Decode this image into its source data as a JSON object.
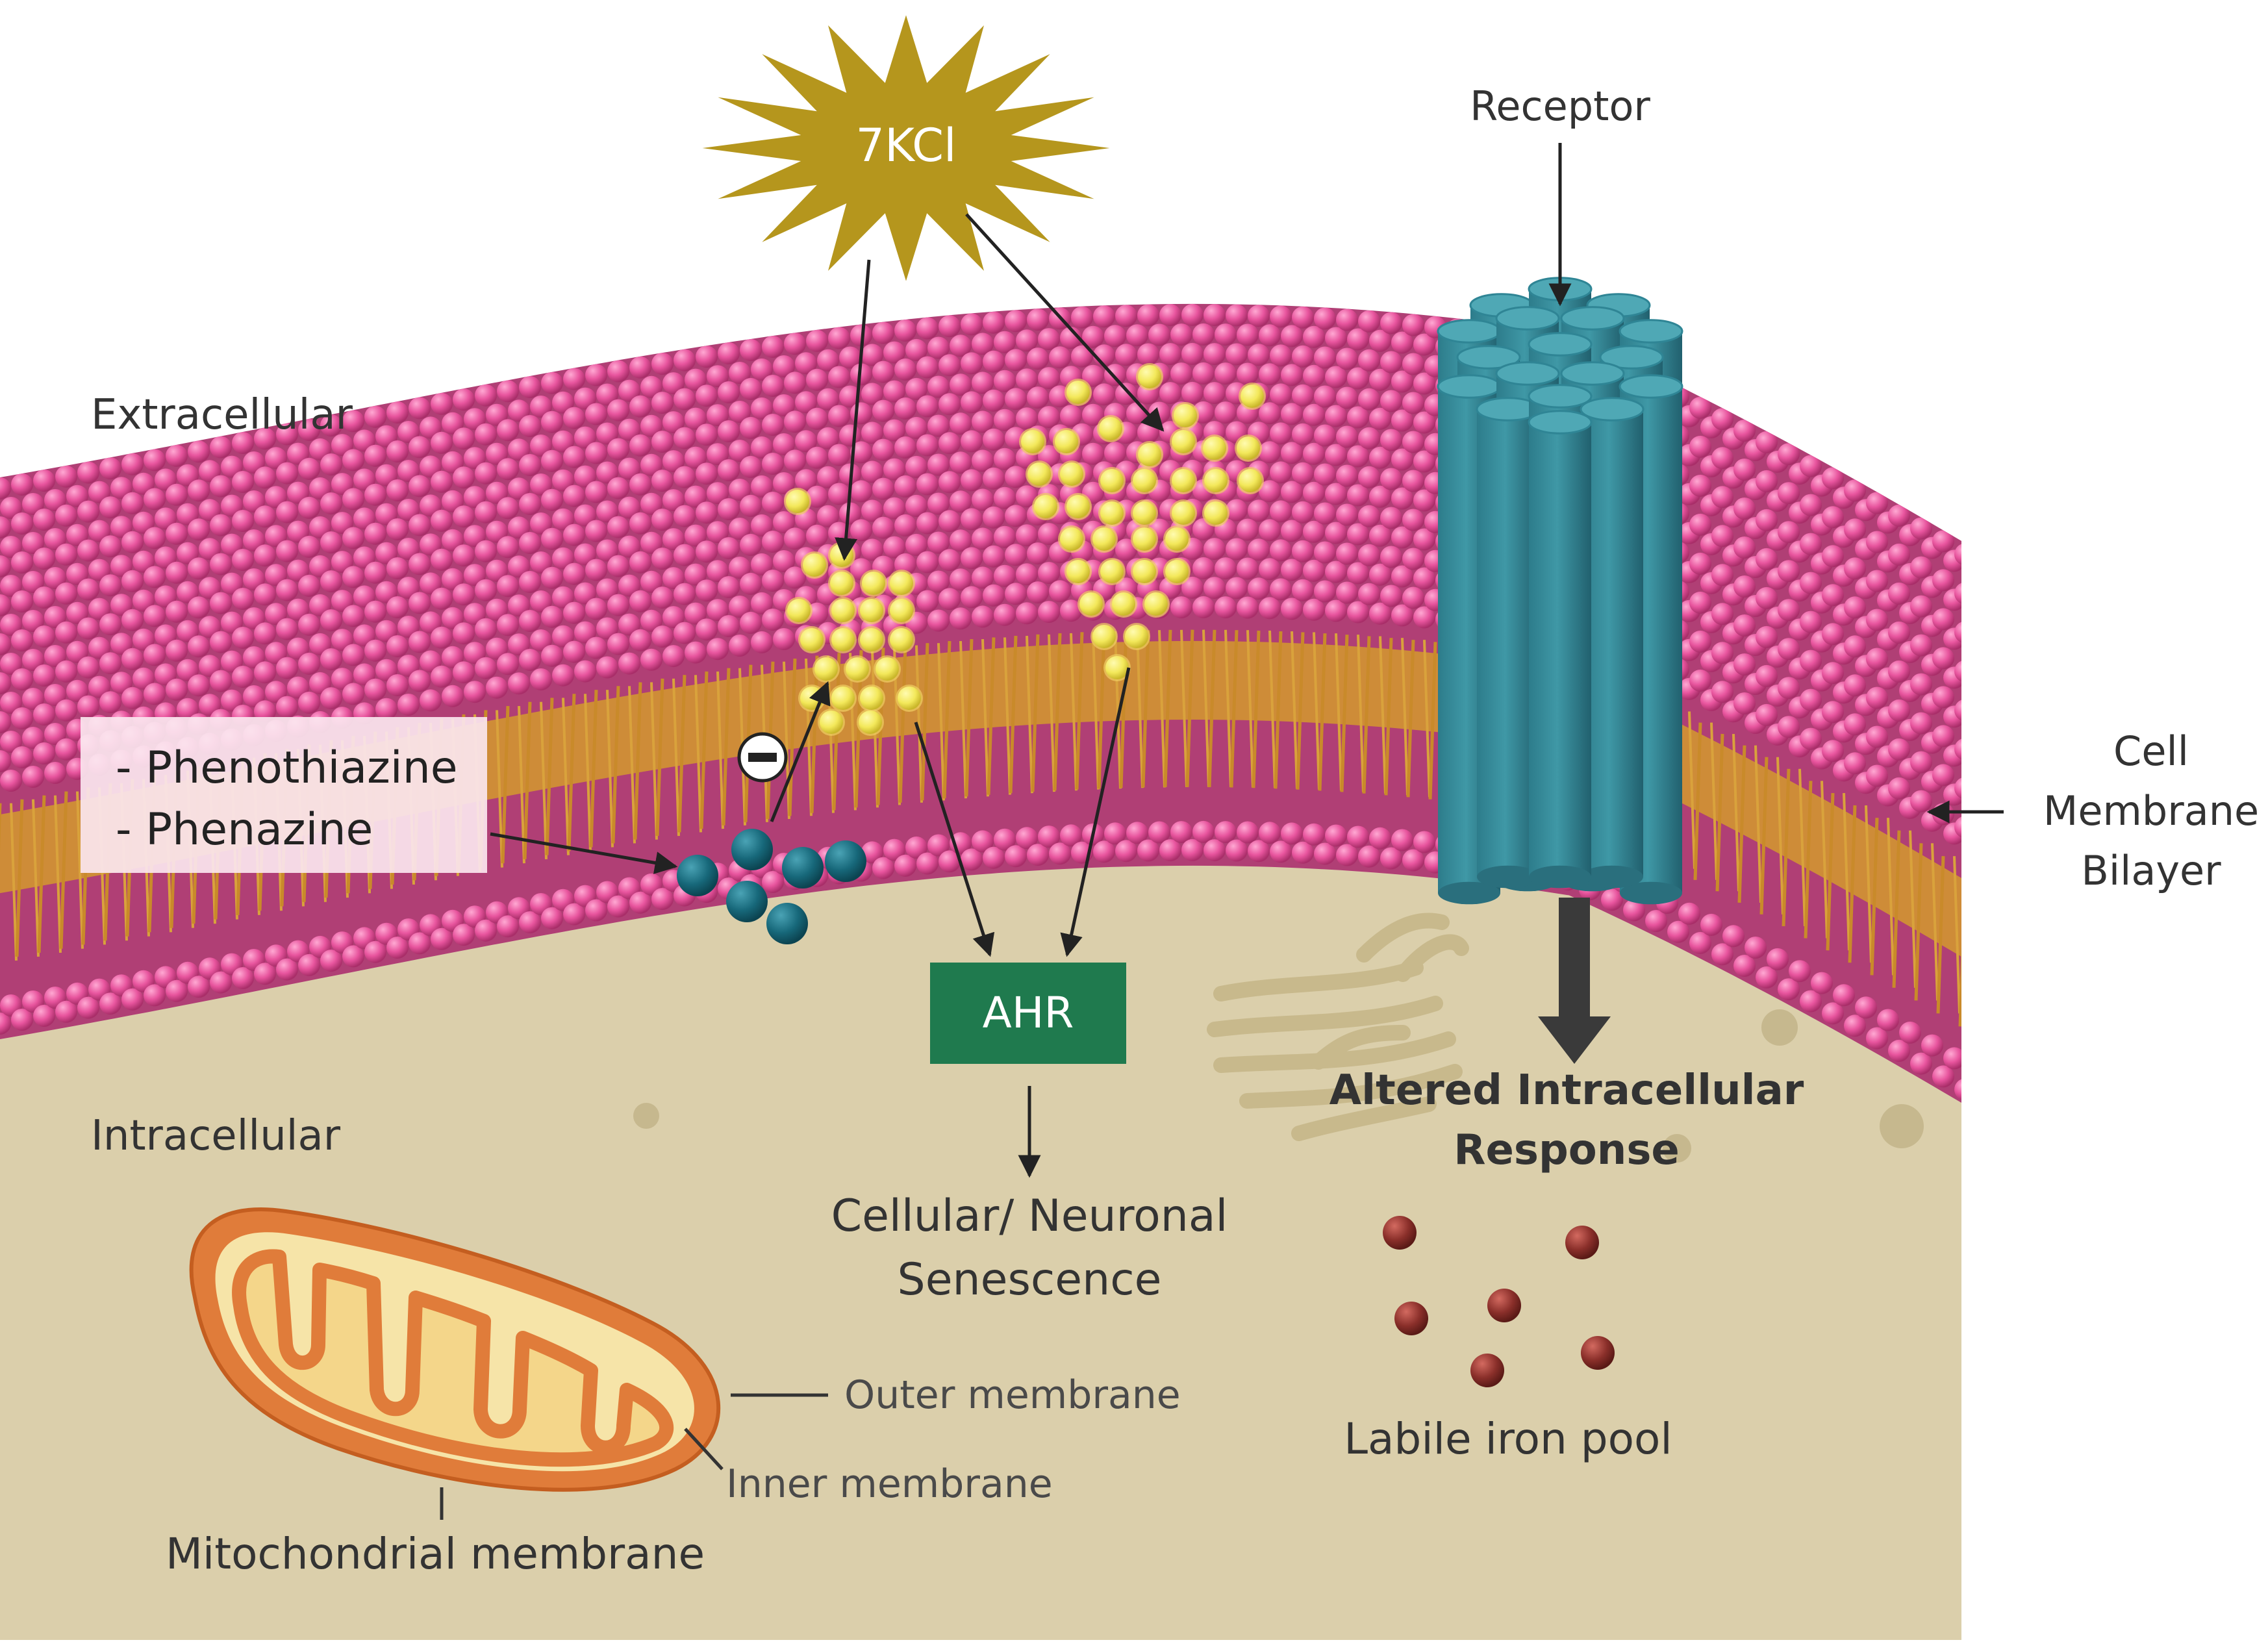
{
  "labels": {
    "extracellular": "Extracellular",
    "intracellular": "Intracellular",
    "stimulus": "7KCl",
    "receptor": "Receptor",
    "cell_membrane_line1": "Cell",
    "cell_membrane_line2": "Membrane",
    "cell_membrane_line3": "Bilayer",
    "inhibitor_line1": "- Phenothiazine",
    "inhibitor_line2": "- Phenazine",
    "inhibition_symbol": "−",
    "ahr": "AHR",
    "senescence_line1": "Cellular/ Neuronal",
    "senescence_line2": "Senescence",
    "altered_line1": "Altered Intracellular",
    "altered_line2": "Response",
    "labile_iron": "Labile iron pool",
    "outer_membrane": "Outer membrane",
    "inner_membrane": "Inner membrane",
    "mito_membrane": "Mitochondrial membrane"
  },
  "colors": {
    "cytoplasm": "#dbcfab",
    "lipid_head": "#e8559e",
    "lipid_head_dark": "#9a2f62",
    "lipid_tail": "#c98a2a",
    "membrane_core": "#b73f78",
    "cluster_yellow": "#f3e85a",
    "cluster_halo": "#f0cf62",
    "receptor_teal": "#2f7f8f",
    "receptor_light": "#4fa8b5",
    "inhibitor_teal": "#1a6b7c",
    "ahr_green": "#1f7a4e",
    "star_gold": "#b5961d",
    "iron_red": "#8a2f2a",
    "mito_orange": "#e07c3a",
    "mito_inner": "#f4d68a",
    "arrow": "#222222"
  }
}
